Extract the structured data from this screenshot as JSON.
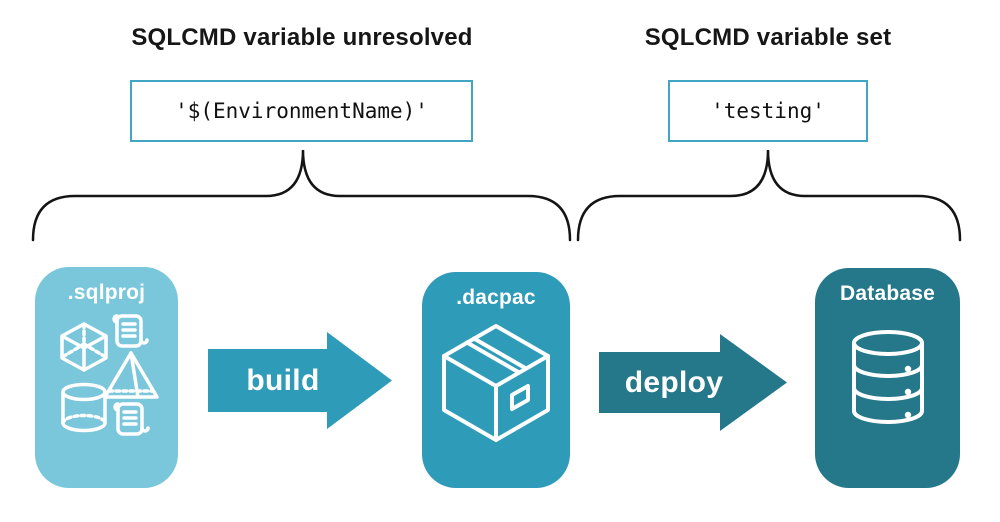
{
  "diagram": {
    "left_group": {
      "heading": "SQLCMD variable unresolved",
      "code_value": "'$(EnvironmentName)'"
    },
    "right_group": {
      "heading": "SQLCMD variable set",
      "code_value": "'testing'"
    },
    "stages": {
      "sqlproj_label": ".sqlproj",
      "dacpac_label": ".dacpac",
      "database_label": "Database"
    },
    "arrows": {
      "build_label": "build",
      "deploy_label": "deploy"
    },
    "icons": {
      "sqlproj": "sql-objects-icons",
      "dacpac": "package-box-icon",
      "database": "database-stack-icon"
    },
    "colors": {
      "sqlproj_fill": "#7ac6db",
      "dacpac_fill": "#2e9bb8",
      "database_fill": "#25778a",
      "build_arrow_fill": "#2e9bb8",
      "deploy_arrow_fill": "#25778a",
      "code_box_border": "#41a5c4",
      "heading_text": "#161616",
      "brace_stroke": "#141414",
      "icon_stroke": "#ffffff"
    }
  }
}
